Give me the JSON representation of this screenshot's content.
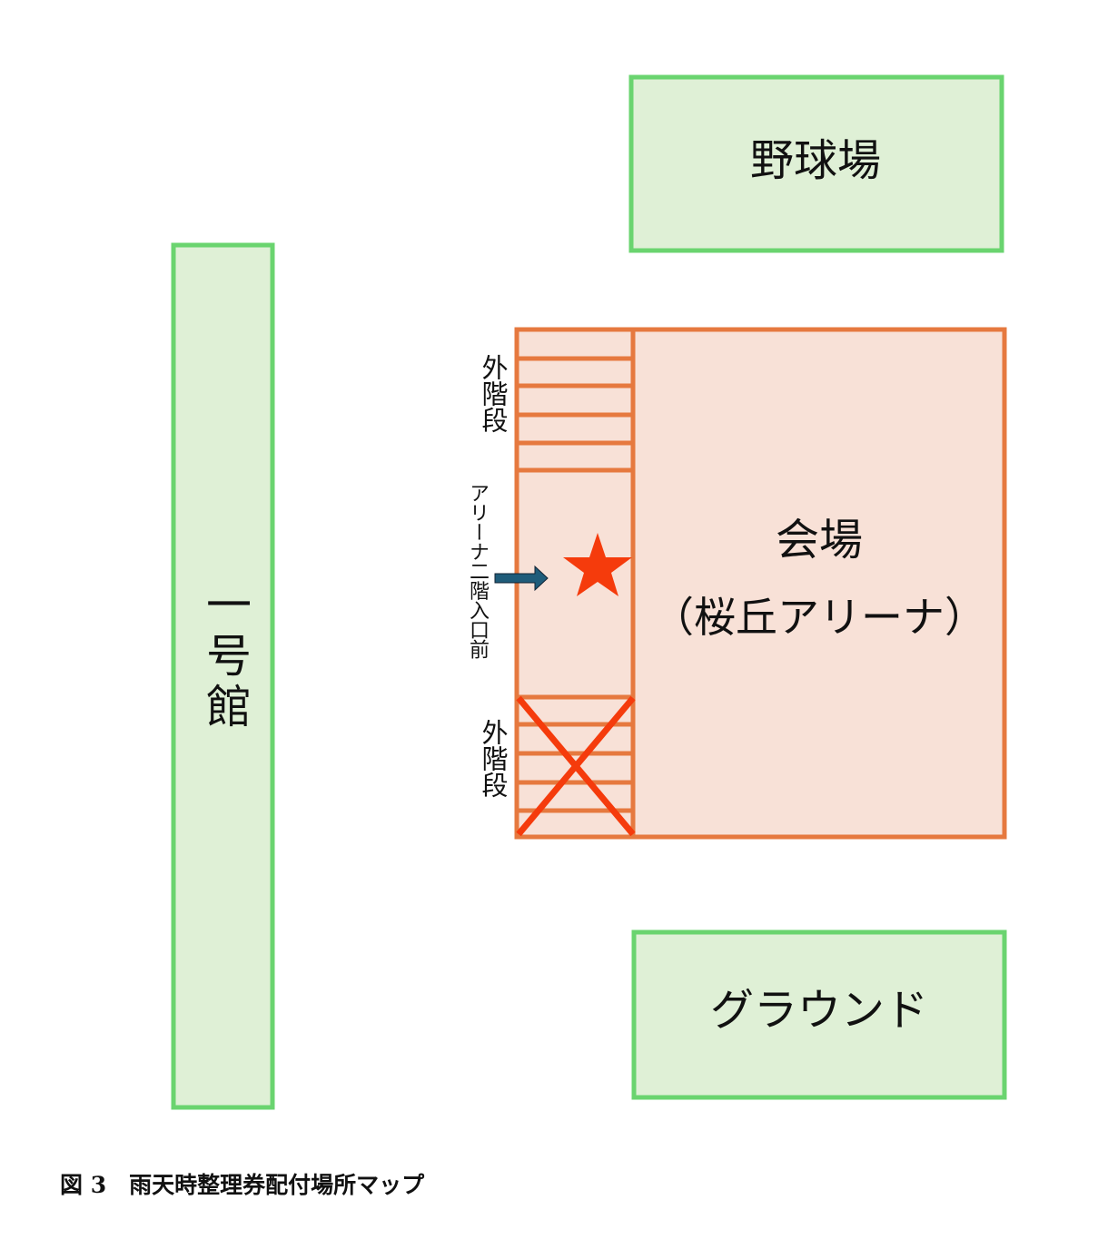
{
  "buildings": {
    "baseball": "野球場",
    "building1": "一号館",
    "venue": "会場",
    "venue_name": "（桜丘アリーナ）",
    "ground": "グラウンド"
  },
  "labels": {
    "stairs_top": "外階段",
    "entrance": "アリーナ二階入口前",
    "stairs_bottom": "外階段"
  },
  "caption": "図 3　雨天時整理券配付場所マップ",
  "colors": {
    "green": "#6ad46f",
    "green_fill": "#dff0d6",
    "orange": "#e6793f",
    "orange_fill": "#f8e1d7",
    "red": "#f53b0c",
    "arrow": "#1f5c7a"
  }
}
